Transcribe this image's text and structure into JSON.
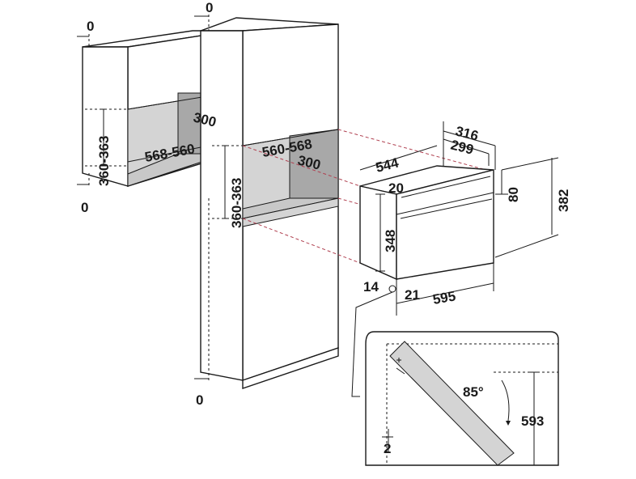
{
  "labels": {
    "wall_top_clearance": "0",
    "wall_bottom_clearance": "0",
    "tall_top_clearance": "0",
    "tall_bottom_clearance": "0",
    "wall_niche_depth": "300",
    "wall_niche_width": "568-560",
    "wall_niche_height": "360-363",
    "tall_niche_width": "560-568",
    "tall_niche_depth": "300",
    "tall_niche_height": "360-363",
    "oven_depth_total": "316",
    "oven_depth_body": "299",
    "oven_width_body": "544",
    "oven_top_offset": "20",
    "oven_panel_height": "80",
    "oven_total_height": "382",
    "oven_body_height": "348",
    "oven_bottom_offset": "14",
    "oven_side_offset": "21",
    "oven_total_width": "595",
    "door_angle": "85°",
    "door_clearance": "2",
    "door_length": "593"
  }
}
